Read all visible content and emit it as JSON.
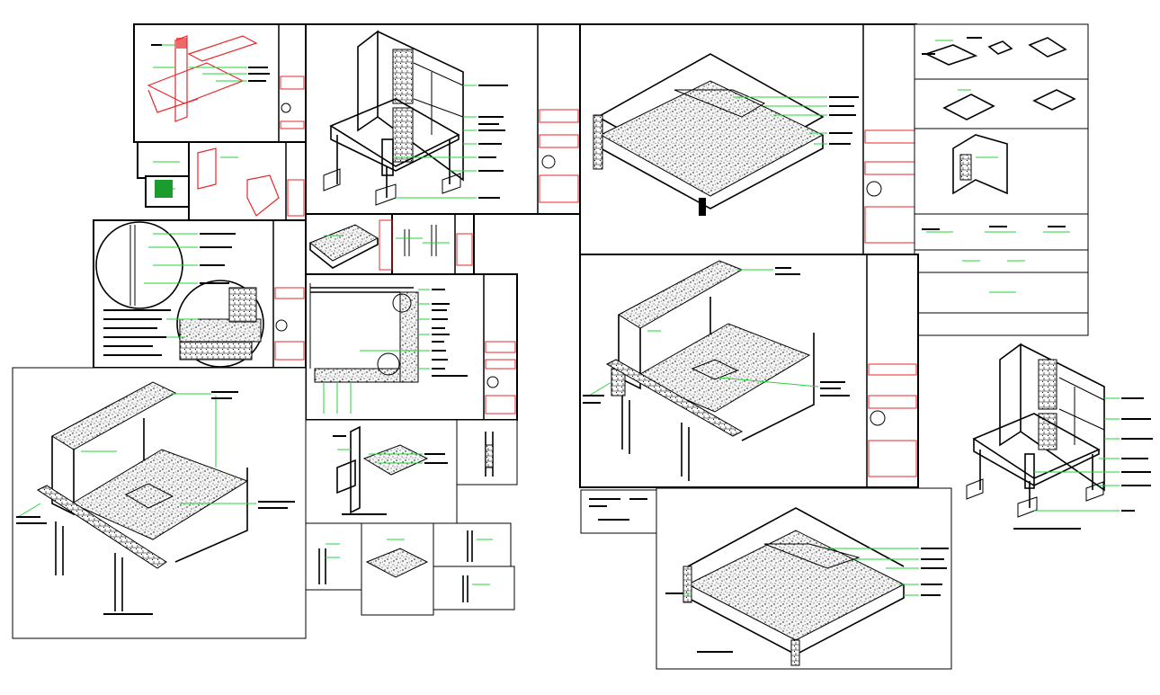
{
  "drawing": {
    "sheets": [
      {
        "id": "sheet-steel-connection-iso"
      },
      {
        "id": "sheet-wall-corner-iso"
      },
      {
        "id": "sheet-slab-corner-iso"
      },
      {
        "id": "sheet-details-column"
      },
      {
        "id": "sheet-circle-details"
      },
      {
        "id": "sheet-deck-iso-small"
      },
      {
        "id": "sheet-plan-corner-detail"
      },
      {
        "id": "sheet-cantilever-slab-iso"
      },
      {
        "id": "sheet-cantilever-slab-iso-left"
      },
      {
        "id": "sheet-slab-corner-iso-bottom"
      },
      {
        "id": "sheet-wall-corner-iso-right"
      }
    ],
    "colors": {
      "linework": "#000000",
      "leader": "#22d43a",
      "title_block": "#e8262a",
      "paper": "#ffffff"
    }
  }
}
